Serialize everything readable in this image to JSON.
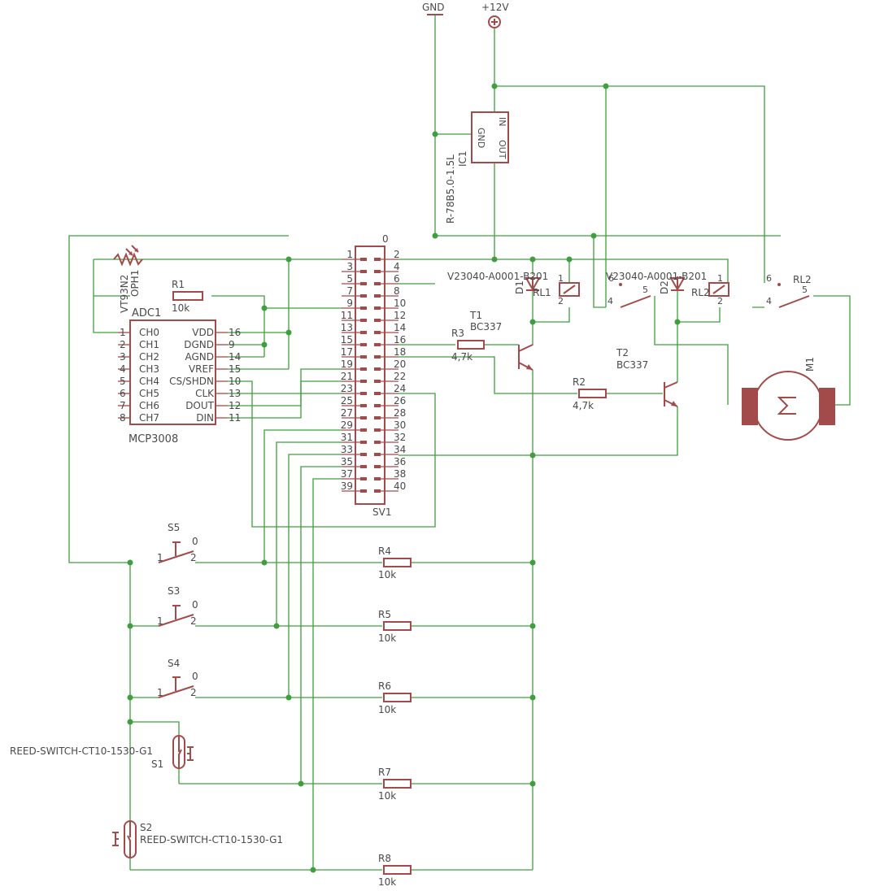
{
  "power": {
    "gnd": "GND",
    "vcc": "+12V"
  },
  "ic1": {
    "name": "IC1",
    "value": "R-78B5.0-1.5L",
    "pin_gnd": "GND",
    "pin_in": "IN",
    "pin_out": "OUT"
  },
  "header": {
    "name": "SV1",
    "value": "0",
    "pins_left": [
      "1",
      "3",
      "5",
      "7",
      "9",
      "11",
      "13",
      "15",
      "17",
      "19",
      "21",
      "23",
      "25",
      "27",
      "29",
      "31",
      "33",
      "35",
      "37",
      "39"
    ],
    "pins_right": [
      "2",
      "4",
      "6",
      "8",
      "10",
      "12",
      "14",
      "16",
      "18",
      "20",
      "22",
      "24",
      "26",
      "28",
      "30",
      "32",
      "34",
      "36",
      "38",
      "40"
    ]
  },
  "adc": {
    "name": "ADC1",
    "value": "MCP3008",
    "left_pins": [
      {
        "num": "1",
        "label": "CH0"
      },
      {
        "num": "2",
        "label": "CH1"
      },
      {
        "num": "3",
        "label": "CH2"
      },
      {
        "num": "4",
        "label": "CH3"
      },
      {
        "num": "5",
        "label": "CH4"
      },
      {
        "num": "6",
        "label": "CH5"
      },
      {
        "num": "7",
        "label": "CH6"
      },
      {
        "num": "8",
        "label": "CH7"
      }
    ],
    "right_pins": [
      {
        "num": "16",
        "label": "VDD"
      },
      {
        "num": "9",
        "label": "DGND"
      },
      {
        "num": "14",
        "label": "AGND"
      },
      {
        "num": "15",
        "label": "VREF"
      },
      {
        "num": "10",
        "label": "CS/SHDN"
      },
      {
        "num": "13",
        "label": "CLK"
      },
      {
        "num": "12",
        "label": "DOUT"
      },
      {
        "num": "11",
        "label": "DIN"
      }
    ]
  },
  "oph1": {
    "name": "OPH1",
    "value": "VT93N2"
  },
  "resistors": {
    "r1": {
      "name": "R1",
      "value": "10k"
    },
    "r2": {
      "name": "R2",
      "value": "4,7k"
    },
    "r3": {
      "name": "R3",
      "value": "4,7k"
    },
    "r4": {
      "name": "R4",
      "value": "10k"
    },
    "r5": {
      "name": "R5",
      "value": "10k"
    },
    "r6": {
      "name": "R6",
      "value": "10k"
    },
    "r7": {
      "name": "R7",
      "value": "10k"
    },
    "r8": {
      "name": "R8",
      "value": "10k"
    }
  },
  "transistors": {
    "t1": {
      "name": "T1",
      "value": "BC337"
    },
    "t2": {
      "name": "T2",
      "value": "BC337"
    }
  },
  "diodes": {
    "d1": "D1",
    "d2": "D2"
  },
  "relays": {
    "rl1": {
      "name": "RL1",
      "value": "V23040-A0001-B201",
      "pin1": "1",
      "pin2": "2",
      "pin4": "4",
      "pin5": "5",
      "pin6": "6"
    },
    "rl2": {
      "name": "RL2",
      "value": "V23040-A0001-B201",
      "pin1": "1",
      "pin2": "2",
      "pin4": "4",
      "pin5": "5",
      "pin6": "6"
    }
  },
  "motor": {
    "name": "M1"
  },
  "switches": {
    "s5": {
      "name": "S5",
      "pin0": "0",
      "pin1": "1",
      "pin2": "2"
    },
    "s3": {
      "name": "S3",
      "pin0": "0",
      "pin1": "1",
      "pin2": "2"
    },
    "s4": {
      "name": "S4",
      "pin0": "0",
      "pin1": "1",
      "pin2": "2"
    },
    "s1": {
      "name": "S1",
      "value": "REED-SWITCH-CT10-1530-G1"
    },
    "s2": {
      "name": "S2",
      "value": "REED-SWITCH-CT10-1530-G1"
    }
  },
  "colors": {
    "wire": "#3f9f3f",
    "part": "#a34a4a",
    "text": "#4a4a4a"
  }
}
